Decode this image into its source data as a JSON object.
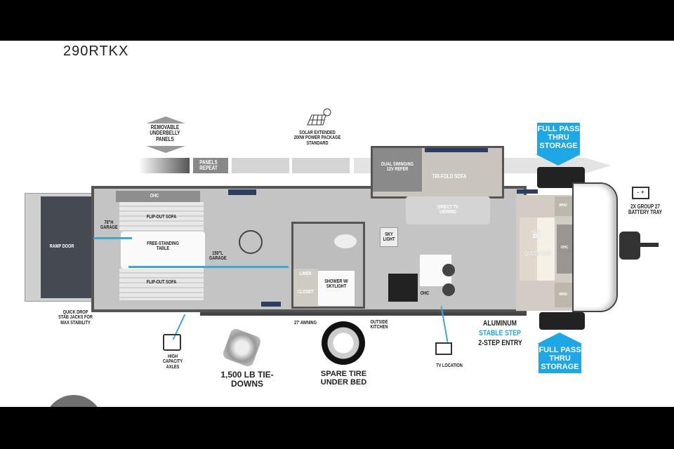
{
  "title": "290RTKX",
  "top_features": {
    "underbelly": "REMOVABLE UNDERBELLY PANELS",
    "panels_repeat": "PANELS REPEAT",
    "solar": "SOLAR EXTENDED 200W POWER PACKAGE STANDARD"
  },
  "storage": {
    "top": "FULL PASS THRU STORAGE",
    "bottom": "FULL PASS THRU STORAGE"
  },
  "battery": "2X GROUP 27 BATTERY TRAY",
  "rooms": {
    "ramp_door": "RAMP DOOR",
    "ohc_rear": "OHC",
    "flip_out_sofa_top": "FLIP-OUT SOFA",
    "table": "FREE-STANDING TABLE",
    "flip_out_sofa_bottom": "FLIP-OUT SOFA",
    "garage_height": "78\"H GARAGE",
    "garage_length": "150\"L GARAGE",
    "linen": "LINEN",
    "closet": "CLOSET",
    "shower": "SHOWER W/ SKYLIGHT",
    "skylight": "SKY LIGHT",
    "refer": "DUAL SWINGING 12V REFER",
    "sofa": "TRI-FOLD SOFA",
    "tv_viewing": "DIRECT TV VIEWING",
    "ohc_kitchen": "OHC",
    "queen_bed": "QUEEN BED",
    "wardrobe_top": "WRD",
    "wardrobe_bottom": "WRD",
    "ohc_bed": "OHC"
  },
  "bottom_features": {
    "stab_jacks": "QUICK DROP STAB JACKS FOR MAX STABILITY",
    "axles": "HIGH CAPACITY AXLES",
    "tie_downs": "1,500 LB TIE-DOWNS",
    "awning": "27' AWNING",
    "spare_tire": "SPARE TIRE UNDER BED",
    "outside_kitchen": "OUTSIDE KITCHEN",
    "tv_location": "TV LOCATION",
    "step_line1": "ALUMINUM",
    "step_line2": "STABLE STEP",
    "step_line3": "2-STEP ENTRY"
  },
  "colors": {
    "accent": "#1ea7e6",
    "floor": "#bdbdbd",
    "ramp": "#454a52"
  }
}
